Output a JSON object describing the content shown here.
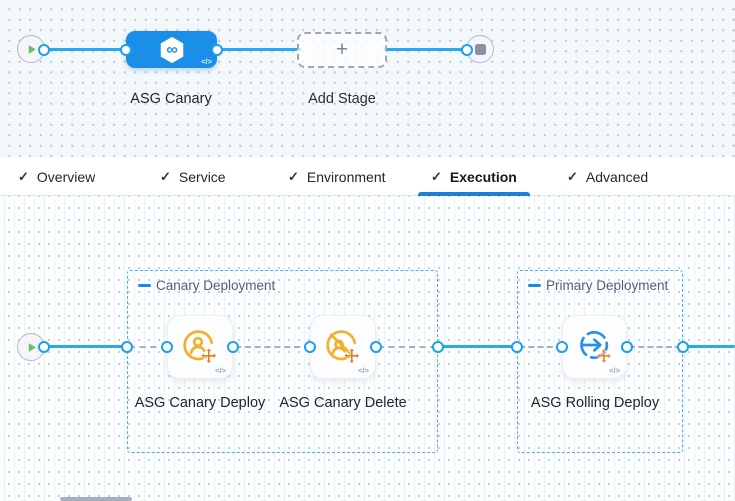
{
  "pipeline_graph": {
    "stage_label": "ASG Canary",
    "add_stage_label": "Add Stage",
    "plus_glyph": "+",
    "code_glyph": "</>"
  },
  "tabs": {
    "check_glyph": "✓",
    "items": [
      {
        "label": "Overview",
        "active": false
      },
      {
        "label": "Service",
        "active": false
      },
      {
        "label": "Environment",
        "active": false
      },
      {
        "label": "Execution",
        "active": true
      },
      {
        "label": "Advanced",
        "active": false
      }
    ]
  },
  "execution_graph": {
    "code_glyph": "</>",
    "groups": [
      {
        "title": "Canary Deployment",
        "steps": [
          {
            "label": "ASG Canary Deploy",
            "icon": "asg-canary-deploy-icon"
          },
          {
            "label": "ASG Canary Delete",
            "icon": "asg-canary-delete-icon"
          }
        ]
      },
      {
        "title": "Primary Deployment",
        "steps": [
          {
            "label": "ASG Rolling Deploy",
            "icon": "asg-rolling-deploy-icon"
          }
        ]
      }
    ]
  },
  "colors": {
    "stage_node_blue": "#1b8fe8",
    "connector_blue": "#2aa9ee",
    "port_border_blue": "#1d9ff0",
    "group_border_blue": "#49aef0",
    "accent_dash_blue": "#1d88e8",
    "tab_underline_blue": "#1b7fd8",
    "icon_orange": "#f3b02c",
    "arrows_orange": "#e87c28",
    "play_green": "#66c266"
  }
}
